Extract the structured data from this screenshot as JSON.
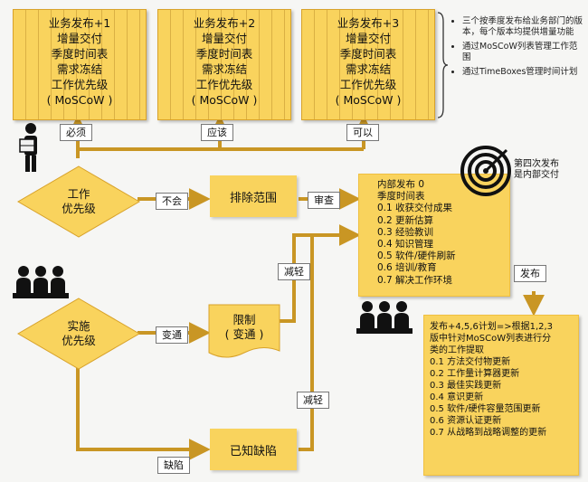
{
  "releases": [
    {
      "lines": [
        "业务发布+1",
        "增量交付",
        "季度时间表",
        "需求冻结",
        "工作优先级",
        "( MoSCoW )"
      ]
    },
    {
      "lines": [
        "业务发布+2",
        "增量交付",
        "季度时间表",
        "需求冻结",
        "工作优先级",
        "( MoSCoW )"
      ]
    },
    {
      "lines": [
        "业务发布+3",
        "增量交付",
        "季度时间表",
        "需求冻结",
        "工作优先级",
        "( MoSCoW )"
      ]
    }
  ],
  "notes": [
    "三个按季度发布给业务部门的版本，每个版本均提供增量功能",
    "通过MoSCoW列表管理工作范围",
    "通过TimeBoxes管理时间计划"
  ],
  "labels": {
    "must": "必须",
    "should": "应该",
    "could": "可以",
    "wont": "不会",
    "review": "审查",
    "reduce1": "减轻",
    "reduce2": "减轻",
    "workaround": "变通",
    "defect": "缺陷",
    "publish": "发布"
  },
  "diamonds": {
    "work_priority": [
      "工作",
      "优先级"
    ],
    "impl_priority": [
      "实施",
      "优先级"
    ]
  },
  "boxes": {
    "exclude": "排除范围",
    "limit": [
      "限制",
      "( 变通 )"
    ],
    "known_defects": "已知缺陷"
  },
  "internal": {
    "lines": [
      "内部发布 0",
      "季度时间表",
      "0.1 收获交付成果",
      "0.2 更新估算",
      "0.3 经验教训",
      "0.4 知识管理",
      "0.5 软件/硬件刷新",
      "0.6 培训/教育",
      "0.7 解决工作环境"
    ]
  },
  "target_label": [
    "第四次发布",
    "是内部交付"
  ],
  "post_release": {
    "lines": [
      "发布+4,5,6计划=>根据1,2,3",
      "版中针对MoSCoW列表进行分",
      "类的工作提取",
      "0.1 方法交付物更新",
      "0.2 工作量计算器更新",
      "0.3 最佳实践更新",
      "0.4 意识更新",
      "0.5 软件/硬件容量范围更新",
      "0.6 资源认证更新",
      "0.7 从战略到战略调整的更新"
    ]
  },
  "colors": {
    "accent": "#f9d35d",
    "border": "#d8a22a",
    "arrow": "#c99624"
  }
}
